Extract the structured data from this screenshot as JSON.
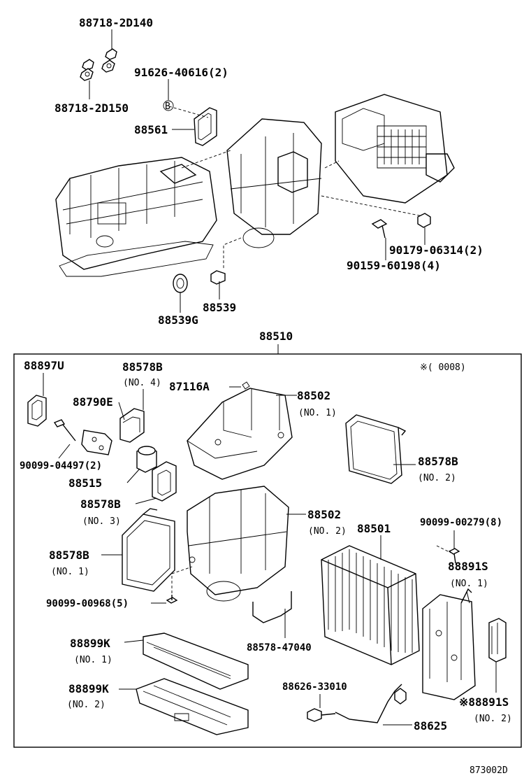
{
  "labels": {
    "p88718_2D140": "88718-2D140",
    "p91626_40616": "91626-40616(2)",
    "mark_B": "B",
    "p88718_2D150": "88718-2D150",
    "p88561": "88561",
    "p90179_06314": "90179-06314(2)",
    "p90159_60198": "90159-60198(4)",
    "p88539": "88539",
    "p88539G": "88539G",
    "p88510": "88510",
    "p88897U": "88897U",
    "p88578B_top": "88578B",
    "no4": "(NO. 4)",
    "p87116A": "87116A",
    "p88502_top": "88502",
    "no1_88502": "(NO. 1)",
    "note_range": "※(      0008)",
    "p88790E": "88790E",
    "p88578B_right": "88578B",
    "no2_right": "(NO. 2)",
    "p90099_04497": "90099-04497(2)",
    "p88515": "88515",
    "p88578B_mid": "88578B",
    "no3": "(NO. 3)",
    "p88502_mid": "88502",
    "no2_88502": "(NO. 2)",
    "p88501": "88501",
    "p90099_00279": "90099-00279(8)",
    "p88578B_low": "88578B",
    "no1_low": "(NO. 1)",
    "p88891S_top": "88891S",
    "no1_88891": "(NO. 1)",
    "p90099_00968": "90099-00968(5)",
    "p88899K_top": "88899K",
    "no1_88899": "(NO. 1)",
    "p88578_47040": "88578-47040",
    "p88626_33010": "88626-33010",
    "p88899K_low": "88899K",
    "no2_88899": "(NO. 2)",
    "p88891S_low": "※88891S",
    "no2_88891": "(NO. 2)",
    "p88625": "88625",
    "ref_code": "873002D"
  }
}
